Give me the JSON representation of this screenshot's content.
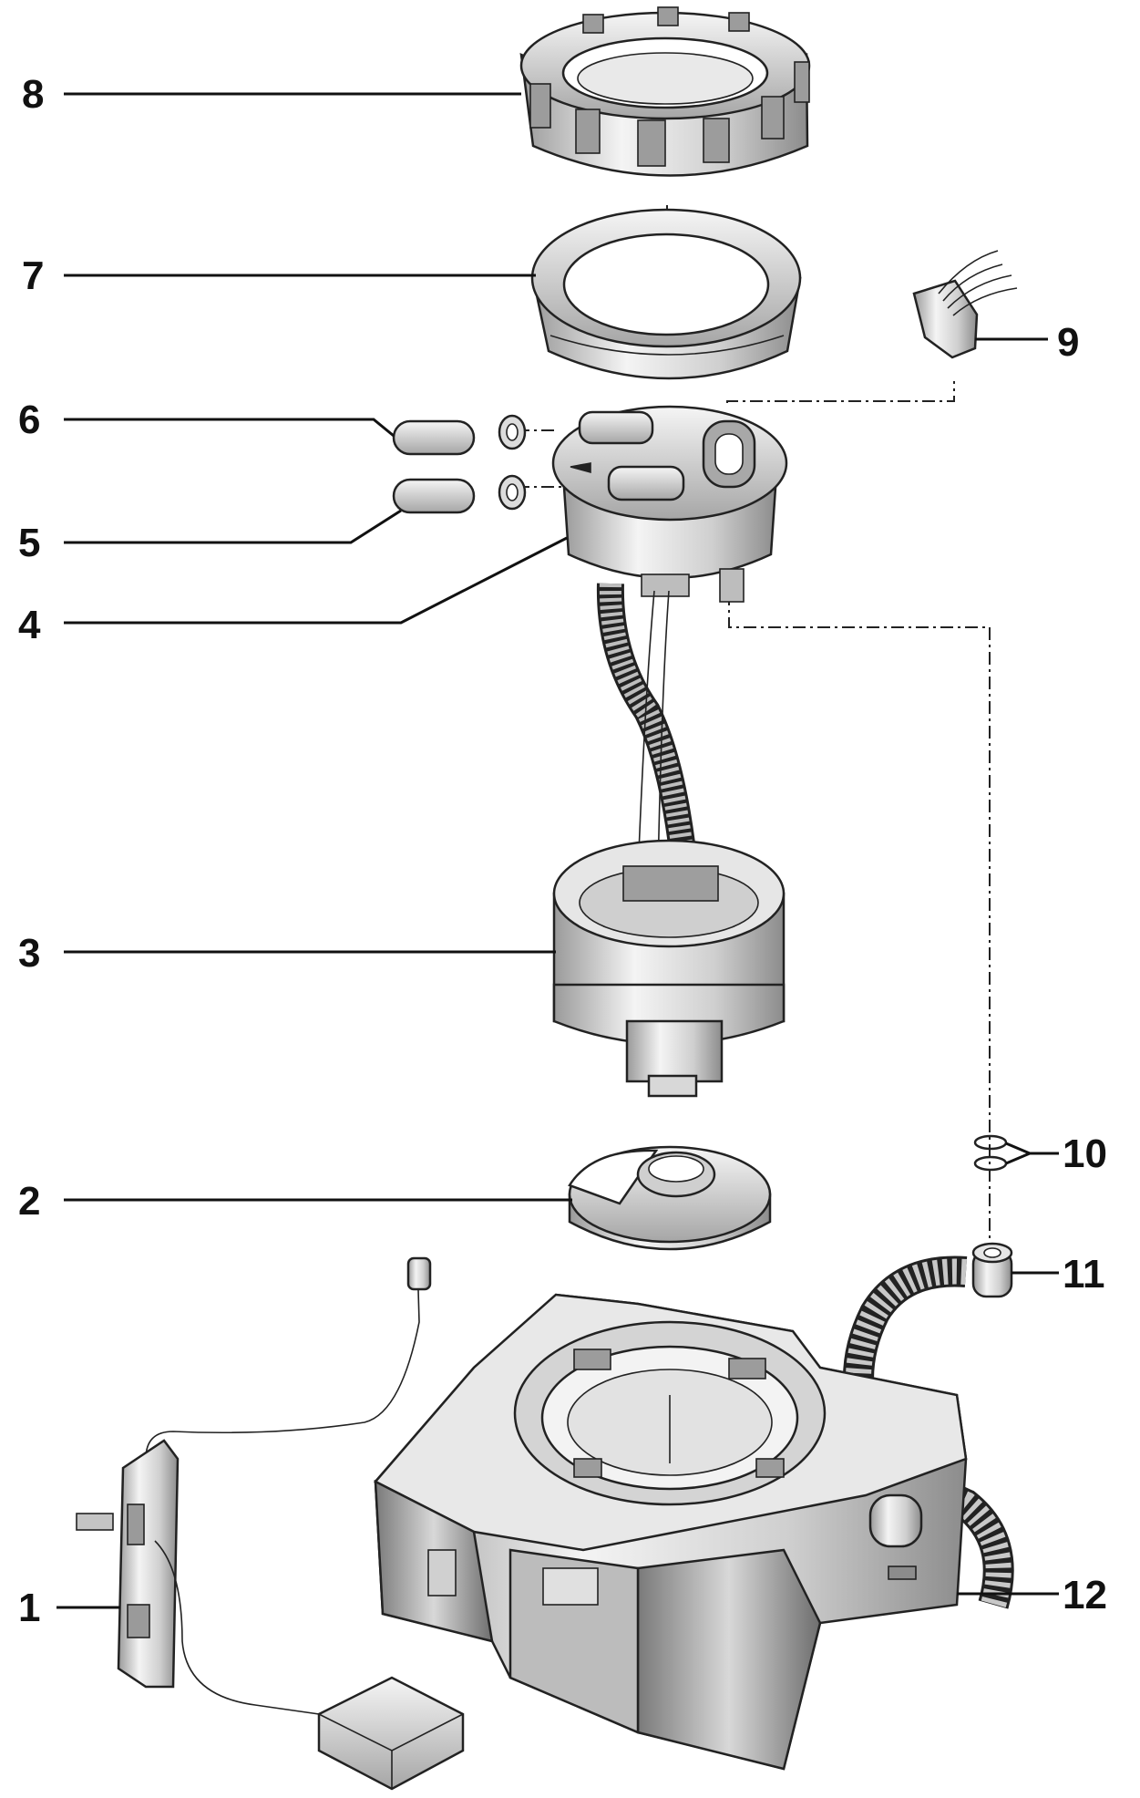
{
  "callouts": [
    {
      "id": "1",
      "label": "1"
    },
    {
      "id": "2",
      "label": "2"
    },
    {
      "id": "3",
      "label": "3"
    },
    {
      "id": "4",
      "label": "4"
    },
    {
      "id": "5",
      "label": "5"
    },
    {
      "id": "6",
      "label": "6"
    },
    {
      "id": "7",
      "label": "7"
    },
    {
      "id": "8",
      "label": "8"
    },
    {
      "id": "9",
      "label": "9"
    },
    {
      "id": "10",
      "label": "10"
    },
    {
      "id": "11",
      "label": "11"
    },
    {
      "id": "12",
      "label": "12"
    }
  ],
  "colors": {
    "metal_light": "#f2f2f2",
    "metal_mid": "#c8c8c8",
    "metal_dark": "#8a8a8a",
    "line": "#222222"
  }
}
